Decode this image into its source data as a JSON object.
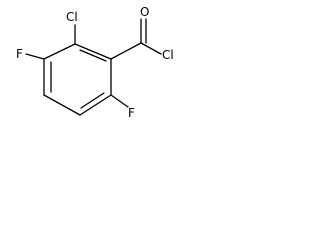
{
  "molecule": {
    "atoms": {
      "oxygen": "O",
      "chlorine_acyl": "Cl",
      "chlorine_ring": "Cl",
      "fluorine_left": "F",
      "fluorine_bottom": "F"
    },
    "colors": {
      "line": "#000000",
      "background": "#ffffff"
    }
  }
}
